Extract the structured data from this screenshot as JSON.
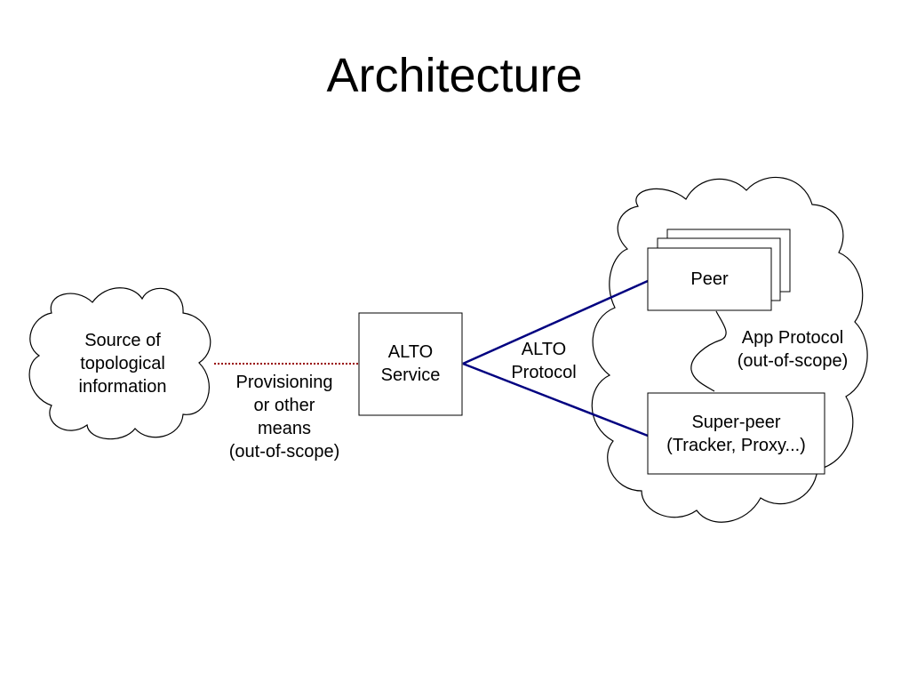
{
  "title": "Architecture",
  "nodes": {
    "source": [
      "Source of",
      "topological",
      "information"
    ],
    "alto_service": [
      "ALTO",
      "Service"
    ],
    "peer": "Peer",
    "super_peer": [
      "Super-peer",
      "(Tracker, Proxy...)"
    ]
  },
  "edges": {
    "provisioning": [
      "Provisioning",
      "or other",
      "means",
      "(out-of-scope)"
    ],
    "alto_protocol": [
      "ALTO",
      "Protocol"
    ],
    "app_protocol": [
      "App Protocol",
      "(out-of-scope)"
    ]
  },
  "colors": {
    "alto_protocol_line": "#000080",
    "provisioning_line": "#990000",
    "outline": "#000000"
  }
}
